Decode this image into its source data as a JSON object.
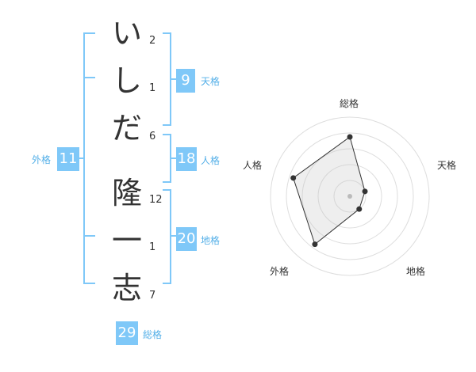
{
  "name_chars": [
    {
      "char": "い",
      "strokes": "2"
    },
    {
      "char": "し",
      "strokes": "1"
    },
    {
      "char": "だ",
      "strokes": "6"
    },
    {
      "char": "隆",
      "strokes": "12"
    },
    {
      "char": "一",
      "strokes": "1"
    },
    {
      "char": "志",
      "strokes": "7"
    }
  ],
  "fortune": {
    "gaikaku": {
      "value": "11",
      "label": "外格"
    },
    "tenkaku": {
      "value": "9",
      "label": "天格"
    },
    "jinkaku": {
      "value": "18",
      "label": "人格"
    },
    "chikaku": {
      "value": "20",
      "label": "地格"
    },
    "soukaku": {
      "value": "29",
      "label": "総格"
    }
  },
  "colors": {
    "accent": "#7fc8f8",
    "bracket": "#55b0e8"
  },
  "chart_data": {
    "type": "radar",
    "axes": [
      "総格",
      "天格",
      "地格",
      "外格",
      "人格"
    ],
    "values": [
      0.75,
      0.2,
      0.2,
      0.75,
      0.75
    ],
    "rings": 5
  }
}
